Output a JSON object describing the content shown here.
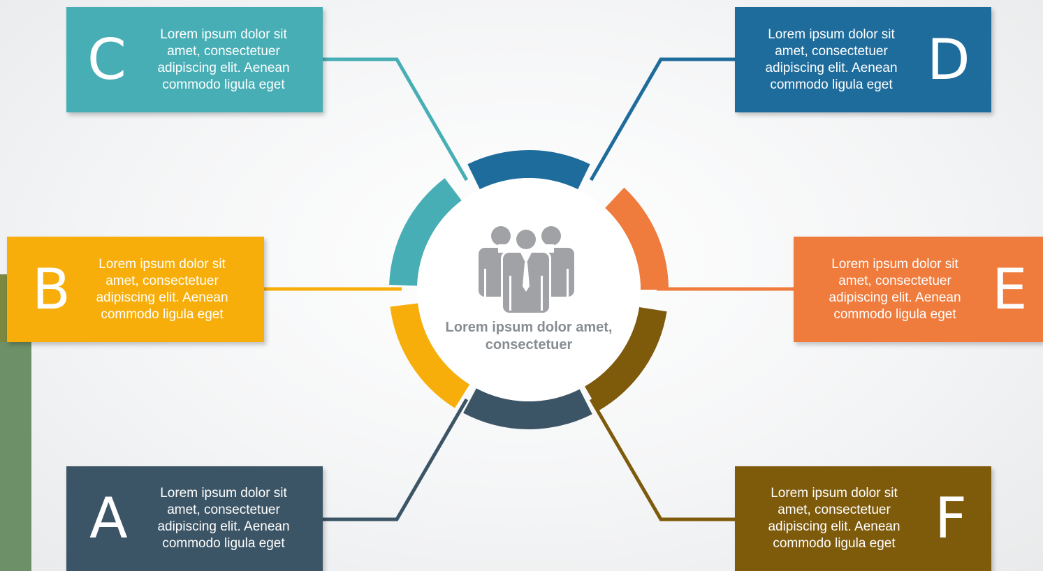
{
  "center": {
    "caption": "Lorem ipsum dolor amet, consectetuer",
    "icon": "people-group-icon"
  },
  "boxes": [
    {
      "id": "A",
      "letter": "A",
      "text": "Lorem ipsum dolor sit amet, consectetuer adipiscing elit. Aenean commodo ligula eget",
      "color": "#3c5566"
    },
    {
      "id": "B",
      "letter": "B",
      "text": "Lorem ipsum dolor sit amet, consectetuer adipiscing elit. Aenean commodo ligula eget",
      "color": "#f7ae0a"
    },
    {
      "id": "C",
      "letter": "C",
      "text": "Lorem ipsum dolor sit amet, consectetuer adipiscing elit. Aenean commodo ligula eget",
      "color": "#47aeb5"
    },
    {
      "id": "D",
      "letter": "D",
      "text": "Lorem ipsum dolor sit amet, consectetuer adipiscing elit. Aenean commodo ligula eget",
      "color": "#1e6c9c"
    },
    {
      "id": "E",
      "letter": "E",
      "text": "Lorem ipsum dolor sit amet, consectetuer adipiscing elit. Aenean commodo ligula eget",
      "color": "#ef7b3c"
    },
    {
      "id": "F",
      "letter": "F",
      "text": "Lorem ipsum dolor sit amet, consectetuer adipiscing elit. Aenean commodo ligula eget",
      "color": "#7e5a0b"
    }
  ],
  "side_bar_colors": [
    "#7c8740",
    "#6d9068"
  ],
  "icon_color": "#a0a2a5"
}
